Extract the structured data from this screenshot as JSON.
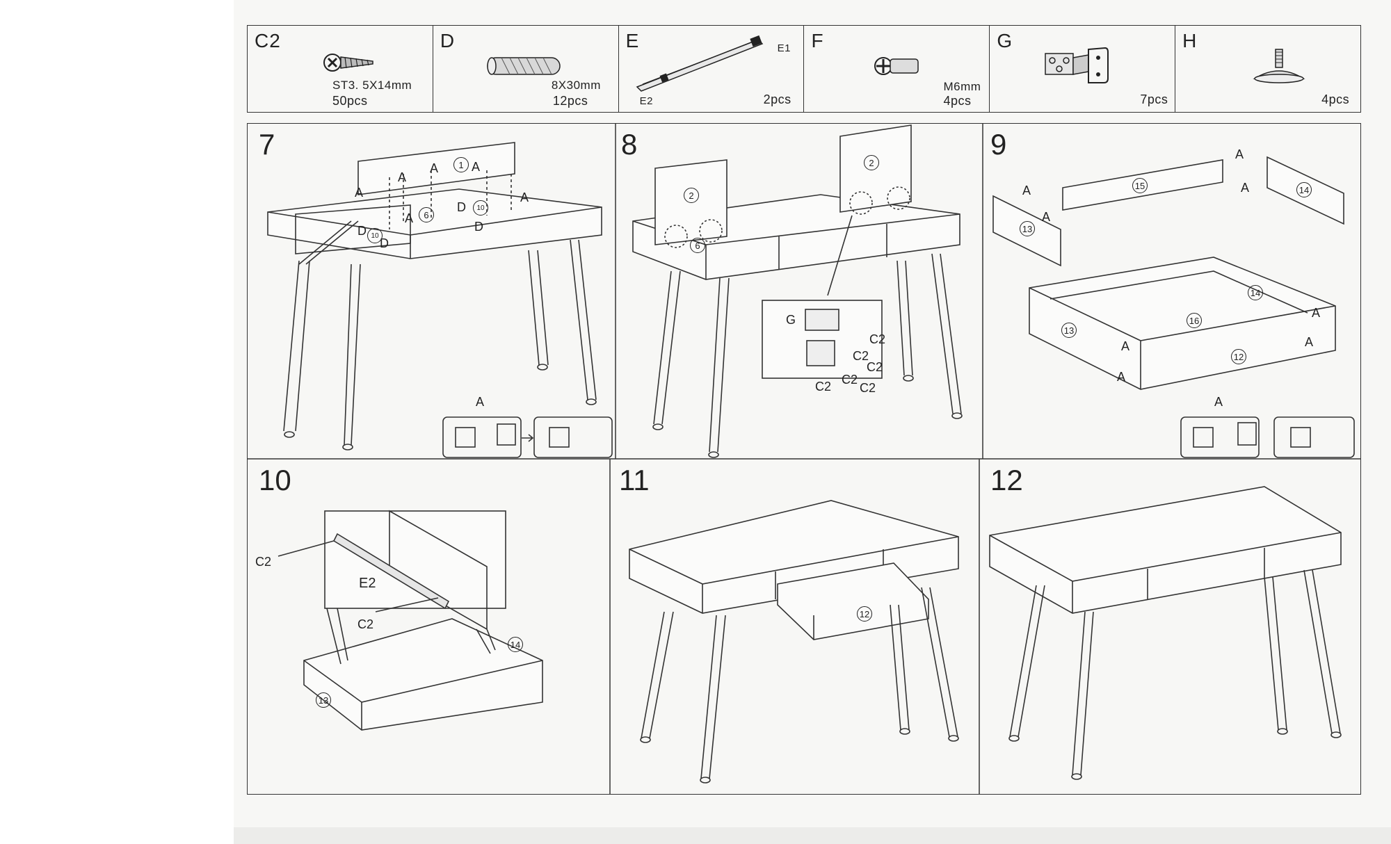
{
  "parts": [
    {
      "code": "C2",
      "spec": "ST3. 5X14mm",
      "qty": "50pcs",
      "icon": "screw-icon"
    },
    {
      "code": "D",
      "spec": "8X30mm",
      "qty": "12pcs",
      "icon": "dowel-icon"
    },
    {
      "code": "E",
      "sub1": "E1",
      "sub2": "E2",
      "qty": "2pcs",
      "icon": "drawer-slide-icon"
    },
    {
      "code": "F",
      "spec": "M6mm",
      "qty": "4pcs",
      "icon": "bolt-icon"
    },
    {
      "code": "G",
      "qty": "7pcs",
      "icon": "hinge-icon"
    },
    {
      "code": "H",
      "qty": "4pcs",
      "icon": "leveling-foot-icon"
    }
  ],
  "steps": [
    {
      "number": "7",
      "labels": {
        "a": "A",
        "d": "D",
        "p1": "1",
        "p6": "6",
        "p10": "10"
      }
    },
    {
      "number": "8",
      "labels": {
        "g": "G",
        "c2": "C2",
        "p2": "2",
        "p6": "6"
      }
    },
    {
      "number": "9",
      "labels": {
        "a": "A",
        "p12": "12",
        "p13": "13",
        "p14": "14",
        "p15": "15",
        "p16": "16"
      }
    },
    {
      "number": "10",
      "labels": {
        "c2": "C2",
        "e2": "E2",
        "p13": "13",
        "p14": "14"
      }
    },
    {
      "number": "11",
      "labels": {
        "p12": "12"
      }
    },
    {
      "number": "12"
    }
  ]
}
